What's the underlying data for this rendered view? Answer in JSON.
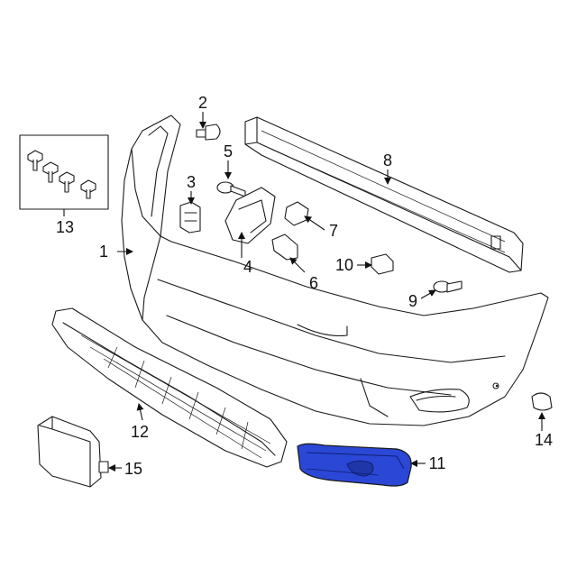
{
  "accent_color": "#2b47d6",
  "callouts": [
    {
      "id": "1",
      "label": "1"
    },
    {
      "id": "2",
      "label": "2"
    },
    {
      "id": "3",
      "label": "3"
    },
    {
      "id": "4",
      "label": "4"
    },
    {
      "id": "5",
      "label": "5"
    },
    {
      "id": "6",
      "label": "6"
    },
    {
      "id": "7",
      "label": "7"
    },
    {
      "id": "8",
      "label": "8"
    },
    {
      "id": "9",
      "label": "9"
    },
    {
      "id": "10",
      "label": "10"
    },
    {
      "id": "11",
      "label": "11"
    },
    {
      "id": "12",
      "label": "12"
    },
    {
      "id": "13",
      "label": "13"
    },
    {
      "id": "14",
      "label": "14"
    },
    {
      "id": "15",
      "label": "15"
    }
  ],
  "highlighted_part": "11"
}
